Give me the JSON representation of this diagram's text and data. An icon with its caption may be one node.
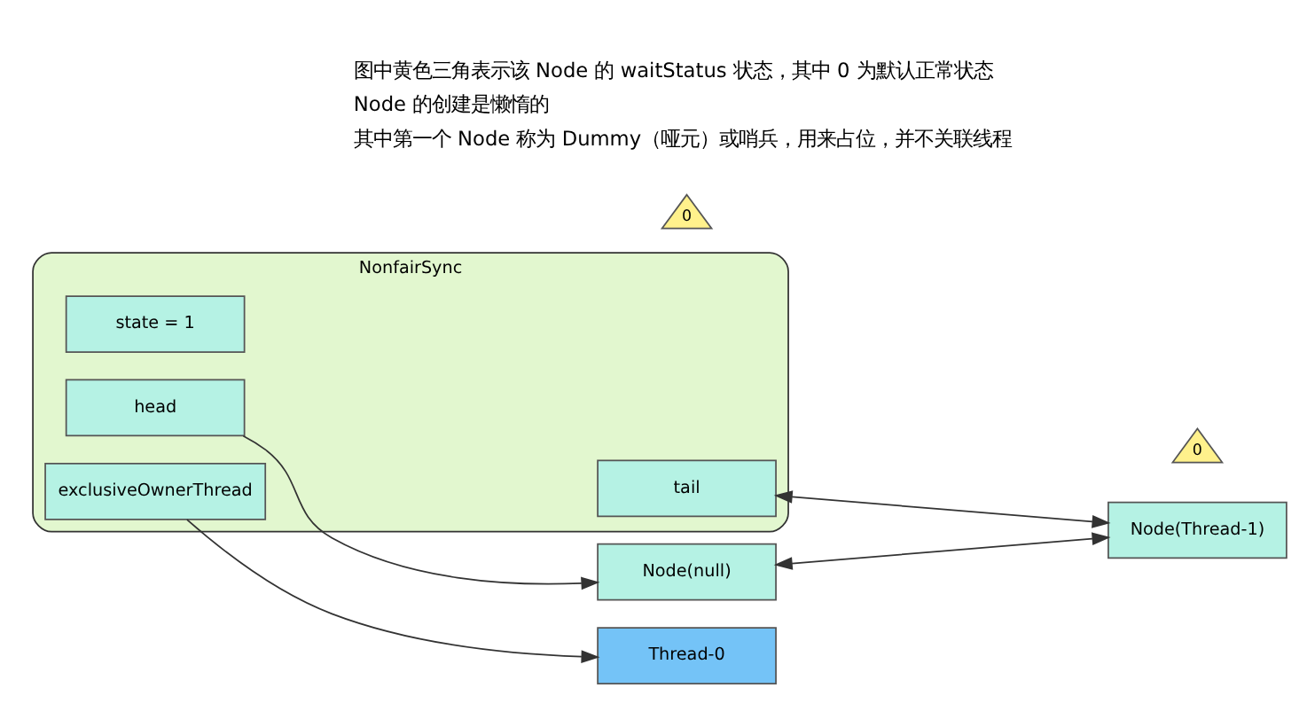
{
  "diagram": {
    "nodes": [
      {
        "text": [
          "NonfairSync"
        ]
      },
      {
        "text": [
          "state = 1"
        ],
        "in": 0
      },
      {
        "text": [
          "head"
        ],
        "in": 0
      },
      {
        "text": [
          "tail"
        ],
        "in": 0
      },
      {
        "text": [
          "exclusiveOwnerThread"
        ],
        "in": 0
      },
      {
        "text": [
          "0"
        ]
      },
      {
        "text": [
          "Node(null)"
        ]
      },
      {
        "text": [
          "0"
        ]
      },
      {
        "text": [
          "Node(Thread-1)"
        ]
      },
      {
        "text": [
          "Thread-0"
        ]
      }
    ],
    "edges": [
      {
        "from": 2,
        "to": 6,
        "arrow": "to"
      },
      {
        "from": 6,
        "to": 8,
        "arrow": "both"
      },
      {
        "from": 3,
        "to": 8,
        "arrow": "both"
      },
      {
        "from": 4,
        "to": 9,
        "arrow": "to"
      }
    ],
    "labels": [
      "图中黄色三角表示该 Node 的 waitStatus 状态，其中 0 为默认正常状态",
      "Node 的创建是懒惰的",
      "其中第一个 Node 称为 Dummy（哑元）或哨兵，用来占位，并不关联线程"
    ]
  }
}
